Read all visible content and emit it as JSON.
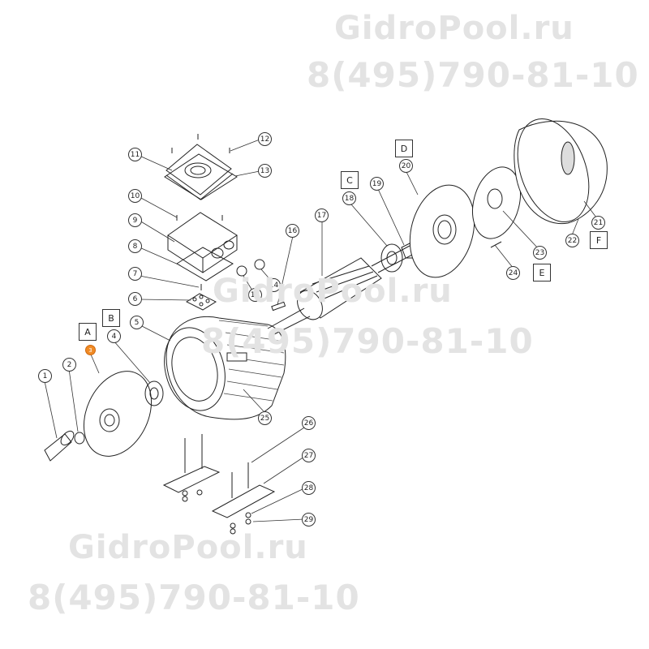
{
  "watermarks": {
    "site": "GidroPool.ru",
    "phone": "8(495)790-81-10"
  },
  "diagram": {
    "type": "exploded-parts-view",
    "subject": "electric motor",
    "highlight_color": "#f08a24",
    "highlighted_part": "3",
    "group_labels": [
      "A",
      "B",
      "C",
      "D",
      "E",
      "F"
    ],
    "callouts": [
      "1",
      "2",
      "3",
      "4",
      "5",
      "6",
      "7",
      "8",
      "9",
      "10",
      "11",
      "12",
      "13",
      "14",
      "15",
      "16",
      "17",
      "18",
      "19",
      "20",
      "21",
      "22",
      "23",
      "24",
      "25",
      "26",
      "27",
      "28",
      "29"
    ]
  }
}
